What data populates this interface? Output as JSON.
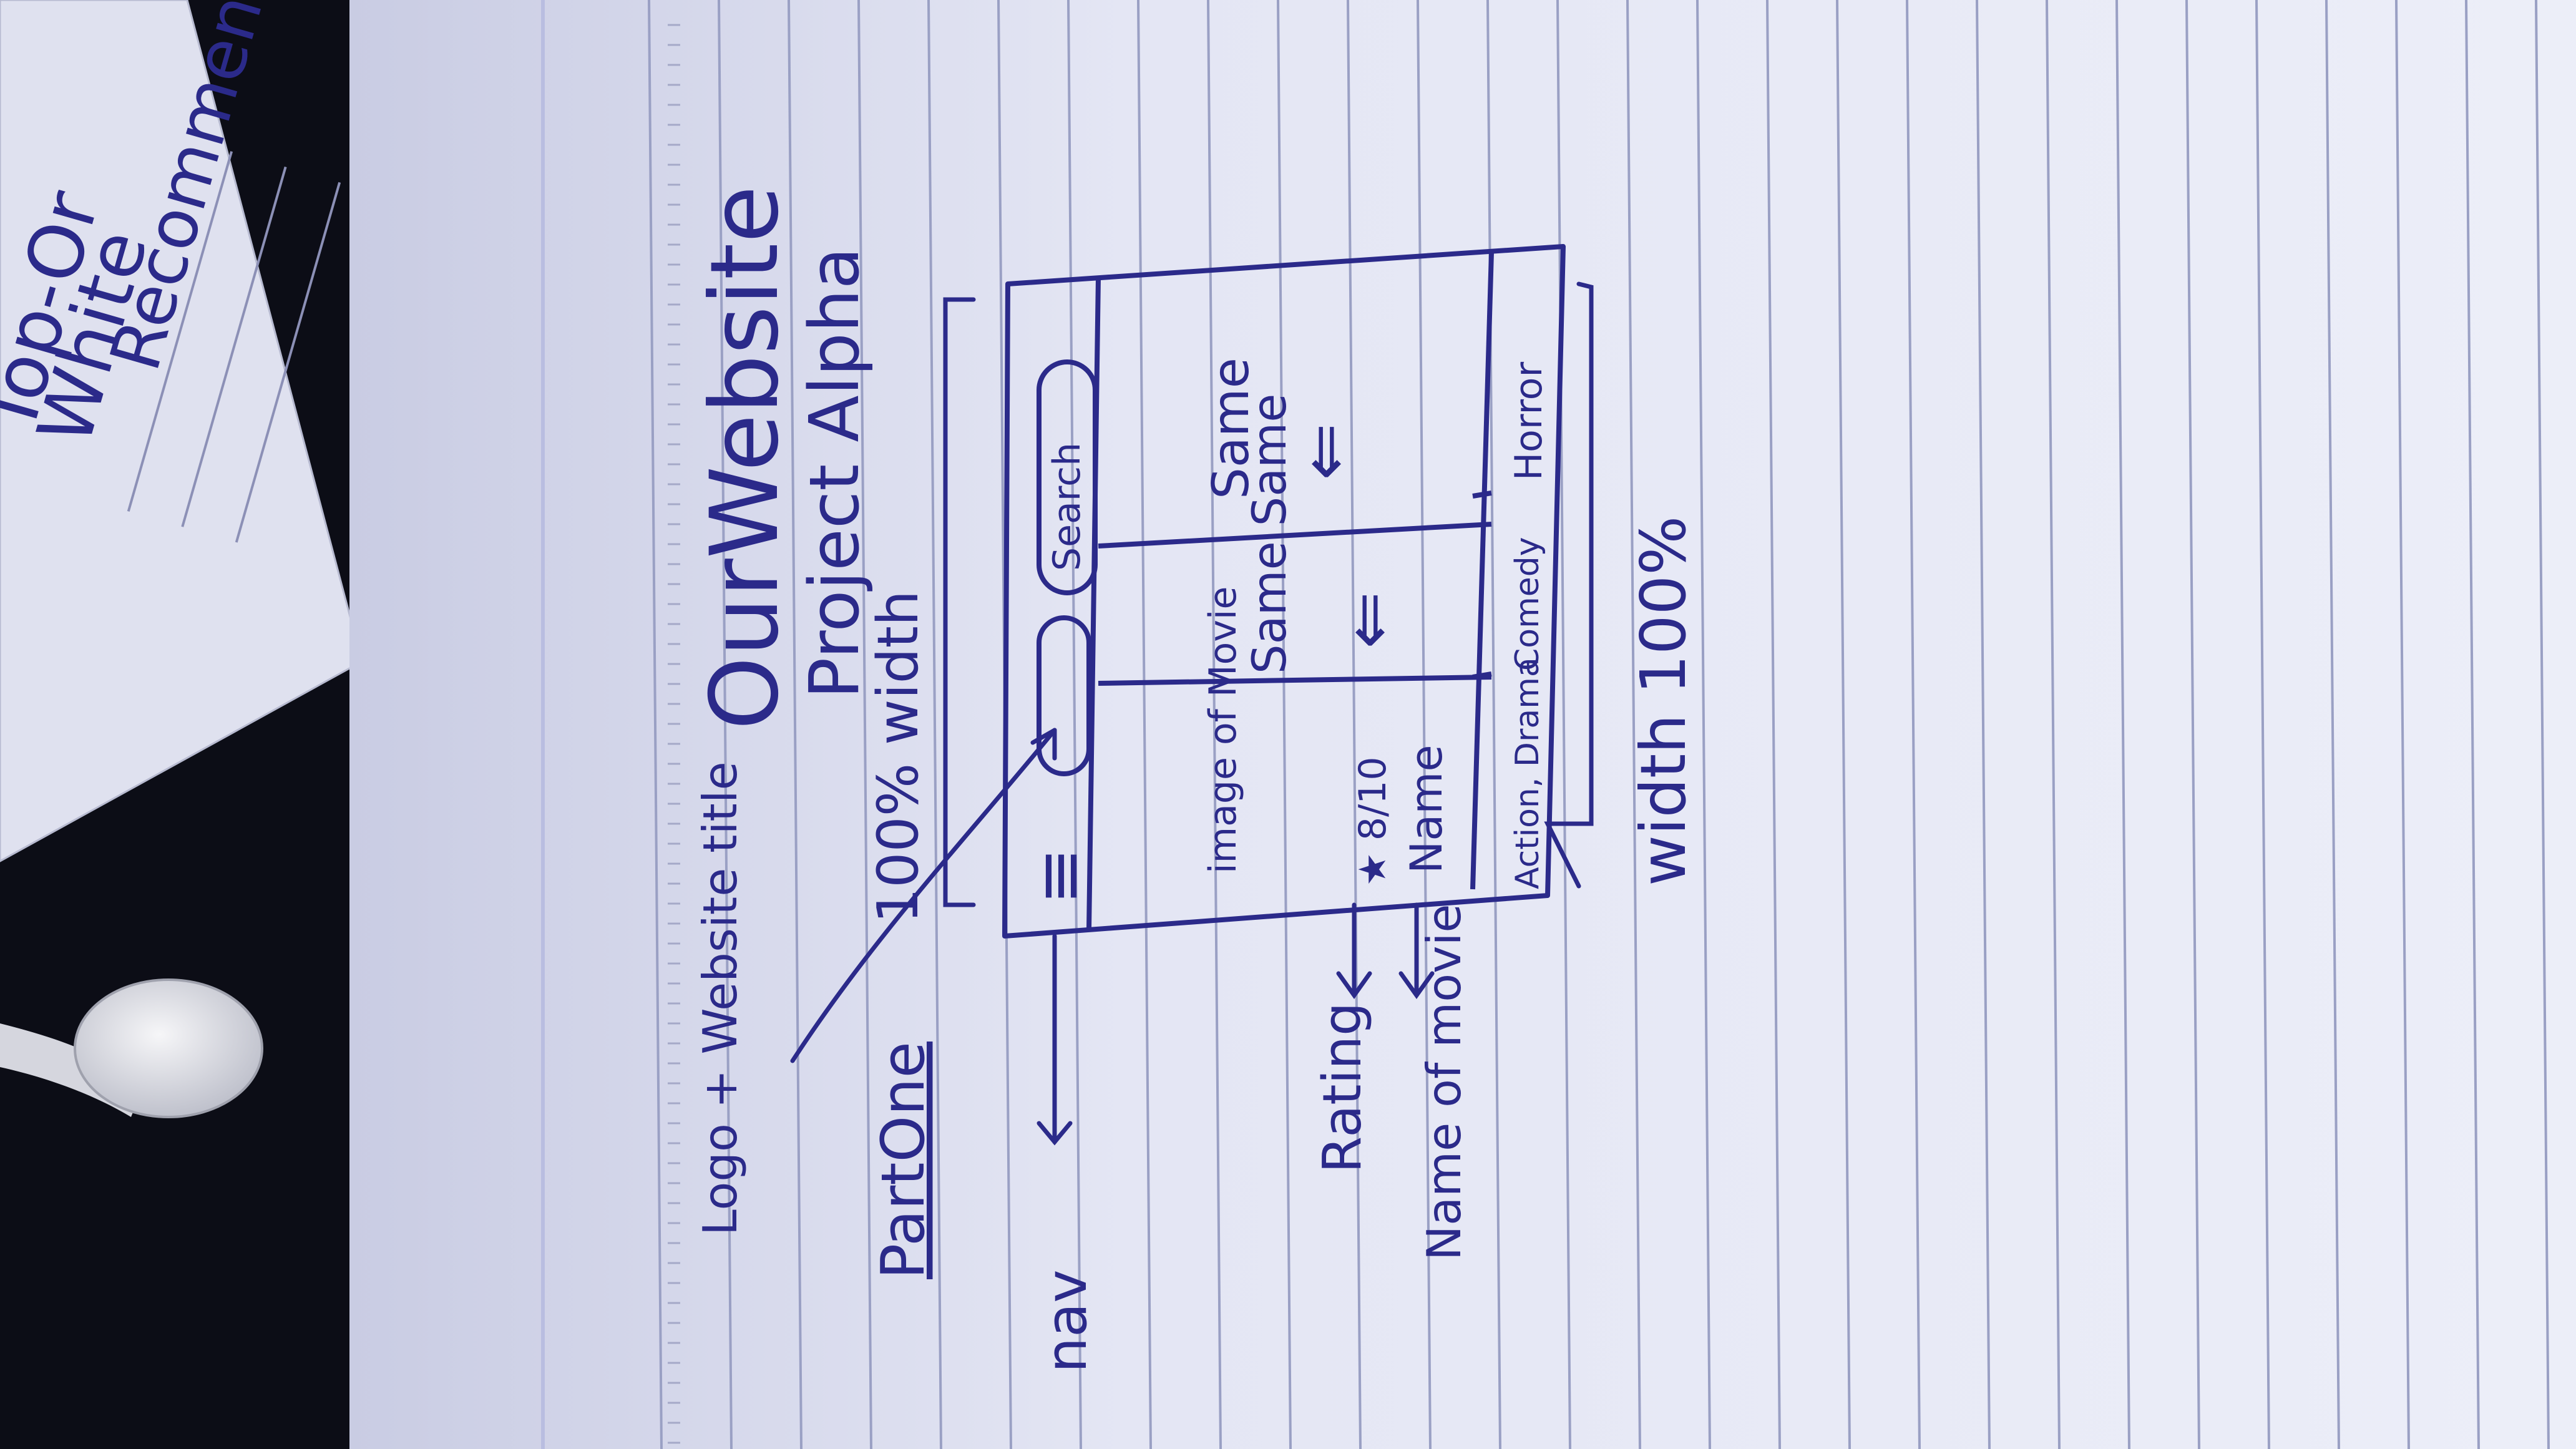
{
  "notes": {
    "title_line1": "OurWebsite",
    "title_line2": "Project Alpha",
    "part_heading": "PartOne",
    "logo_label": "Logo + Website title",
    "width_top": "100% width",
    "width_bottom": "width 100%",
    "nav_label": "nav",
    "rating_label": "Rating",
    "name_label": "Name of movie"
  },
  "wireframe": {
    "menu_glyph": "≡",
    "search_label": "Search",
    "image_label": "image of Movie",
    "rating_value": "★ 8/10",
    "movie_name": "Name",
    "cell2_label": "Same Same",
    "cell3_label": "Same",
    "arrow_glyph": "⇐",
    "genre_1": "Action, Drama",
    "genre_2": "Comedy",
    "genre_3": "Horror"
  },
  "background_paper": {
    "line1": "Recommende",
    "line2": "White",
    "line3": "Top-Or"
  },
  "colors": {
    "ink": "#2b2a8a",
    "paper": "#e6e8f5",
    "rule_line": "#9aa0c4",
    "margin_line": "#b9bde0",
    "background": "#0c0d16"
  }
}
